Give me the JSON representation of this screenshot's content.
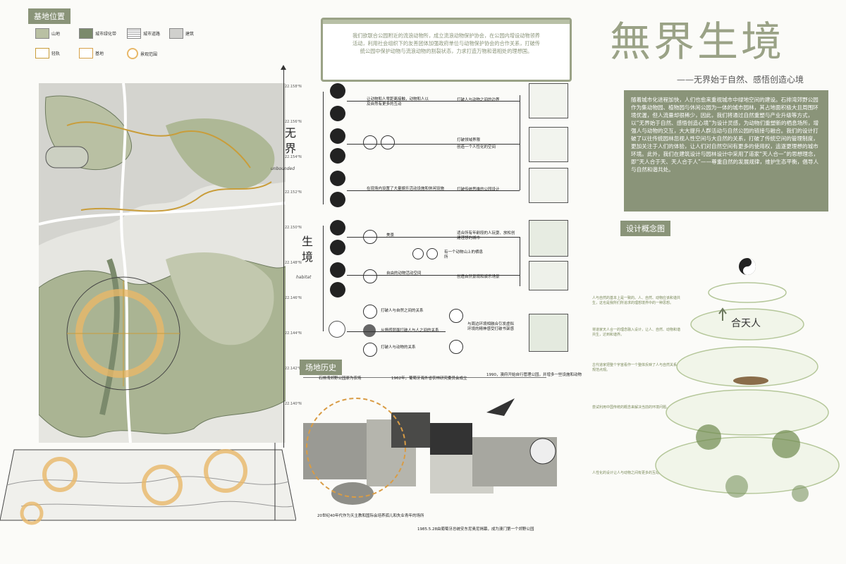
{
  "site": {
    "header": "基地位置",
    "legend": [
      {
        "label": "山地",
        "color": "#b9c0a3"
      },
      {
        "label": "城市绿化带",
        "color": "#7b8a6c"
      },
      {
        "label": "城市道路",
        "color": "#e9e9e6"
      },
      {
        "label": "建筑",
        "color": "#d0d0cd"
      },
      {
        "label": "轻轨",
        "color": "#c99d3a"
      },
      {
        "label": "基地",
        "color": "#d7a24a"
      },
      {
        "label": "景观范围",
        "color": "#e8b869"
      }
    ],
    "axis_ticks": [
      "22.158°N",
      "22.156°N",
      "22.154°N",
      "22.152°N",
      "22.150°N",
      "22.148°N",
      "22.146°N",
      "22.144°N",
      "22.142°N",
      "22.140°N"
    ]
  },
  "intro": {
    "text": "我们欲联合公园附近的流浪动物所，成立流浪动物保护协会，在公园内增设动物领养活动，利用社会组织下的友善团体加强政府单位与动物保护协会的合作关系，打破传统公园中保护动物与流浪动物的割裂状态，力求打造万物和谐相处的理想国。"
  },
  "title": {
    "main": "無界生境",
    "subtitle": "——无界始于自然、感悟创造心境"
  },
  "description": "随着城市化进程加快，人们也愈来重视城市中绿地空间的建设。石排湾郊野公园作为集动物园、植物园与休闲公园为一体的城市园林，其占地面积极大且周围环境优渥，但人流量却很稀少，因此，我们将通过自然重塑与产业升级等方式，以“无界始于自然、感悟创造心境”为设计灵感，为动物们重塑新的栖息场所，增强人与动物的交互，大大提升人群活动与自然公园的链接与融合。我们的设计打破了以往传统园林忽视人性空间与大自然的关系，打破了传统空间的管理制度，更加关注于人们的体验，让人们对自然空间有更多的使用权，追逐更理想的城市环境。此外，我们在建筑设计与园林设计中采用了道家“天人合一”的思想理念，即“天人合于天、天人合于人”——尊重自然的发展规律，维护生态平衡，倡导人与自然和谐共处。",
  "diagram": {
    "wujie": {
      "title": "无界",
      "en": "unbounded"
    },
    "shengjing": {
      "title": "生境",
      "en": "habitat"
    },
    "labels": {
      "l1": "让动物和人零距离接触，动物和人以及自然有更多的互动",
      "l2": "打破人与动物之间的边界",
      "l3": "打破领域界限",
      "l4": "创造一个人性化的空间",
      "l5": "在现场内设置了大量娱乐活动设施和休闲设施",
      "l6": "打破传统思维的公园设计",
      "l7": "美景",
      "l8": "适合所有年龄段的人玩耍、放松创建理想的城市",
      "l9": "有一个动物山上的栖息所",
      "l10": "自由的动物活动空间",
      "l11": "创造自然景观和娱乐场景",
      "l12": "打破人与自然之间的关系",
      "l13": "从情感层面打破人与人之间的关系",
      "l14": "打破人与动物的关系",
      "l15": "与周边环境相融合引发虚拟环境的精神感受打破书架感"
    }
  },
  "concept": {
    "header": "设计概念图",
    "badge": "合天人",
    "notes": [
      "人与自然的基本上是一致的。人、自然、动物应该和谐共生，这也是我所们所追求的理想境界中的一种思想。",
      "将道家天人合一的理念融入设计，让人、自然、动物和谐共生，达到和谐界。",
      "古代道家把整个宇宙看作一个整体反映了人与自然关系的规范点观。",
      "尝试利用中国传统的概念来解决当前的环境问题。",
      "人性化的设计让人与动物之间有更多的互动。"
    ]
  },
  "history": {
    "header": "场地历史",
    "events": [
      "石排湾郊野公园原为农场",
      "1962年，葡萄牙海外省农林研究委员会成立",
      "1990，澳府开始自行管理公园，并增多一些设施和动物",
      "20世纪40年代作为天主教和国际会培养孤儿和失业青年的场所",
      "1985.5.28由葡萄牙总统安东尼奥尼揭幕，成为澳门第一个郊野公园"
    ]
  }
}
